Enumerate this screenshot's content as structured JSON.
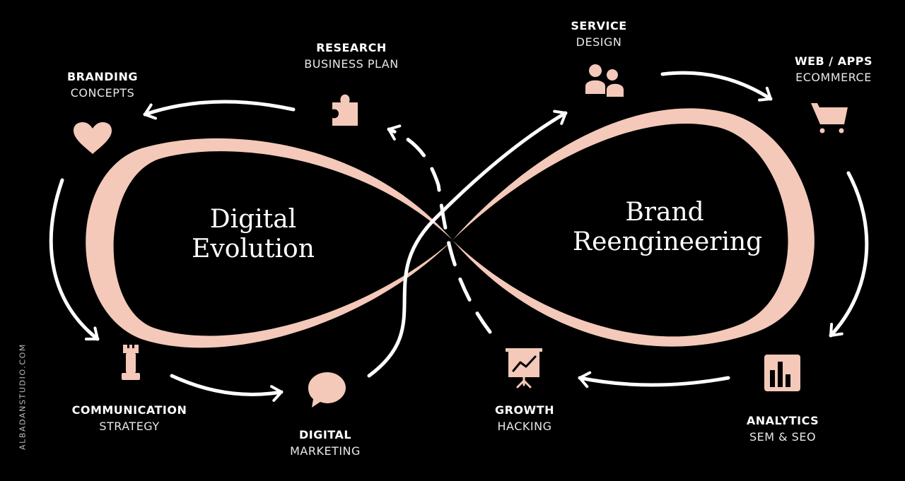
{
  "colors": {
    "background": "#000000",
    "accent": "#F4C9BA",
    "arrow": "#FFFFFF"
  },
  "center": {
    "left": [
      "Digital",
      "Evolution"
    ],
    "right": [
      "Brand",
      "Reengineering"
    ]
  },
  "steps": {
    "branding": {
      "title": "BRANDING",
      "sub": "CONCEPTS",
      "icon": "heart-icon"
    },
    "research": {
      "title": "RESEARCH",
      "sub": "BUSINESS PLAN",
      "icon": "puzzle-icon"
    },
    "service": {
      "title": "SERVICE",
      "sub": "DESIGN",
      "icon": "users-icon"
    },
    "web": {
      "title": "WEB / APPS",
      "sub": "ECOMMERCE",
      "icon": "cart-icon"
    },
    "communication": {
      "title": "COMMUNICATION",
      "sub": "STRATEGY",
      "icon": "chess-rook-icon"
    },
    "digital": {
      "title": "DIGITAL",
      "sub": "MARKETING",
      "icon": "speech-bubble-icon"
    },
    "growth": {
      "title": "GROWTH",
      "sub": "HACKING",
      "icon": "presentation-chart-icon"
    },
    "analytics": {
      "title": "ANALYTICS",
      "sub": "SEM & SEO",
      "icon": "bar-chart-icon"
    }
  },
  "watermark": "ALBADANSTUDIO.COM"
}
